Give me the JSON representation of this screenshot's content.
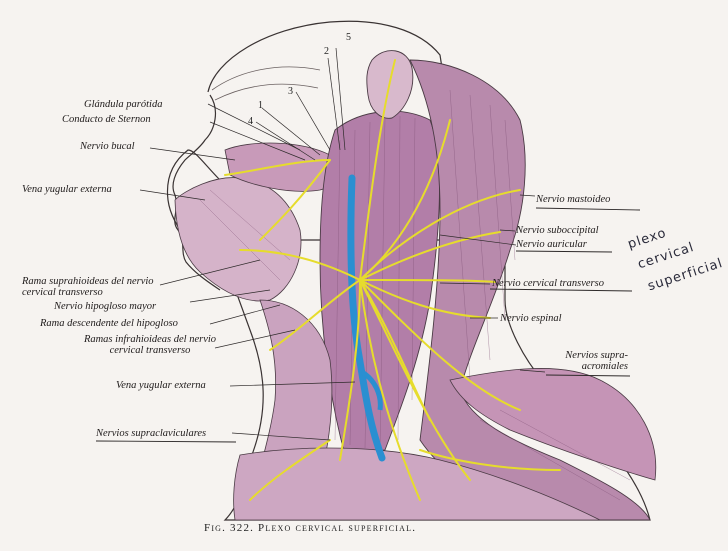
{
  "figure": {
    "caption": "Fig. 322. Plexo cervical superficial.",
    "numbers": [
      "1",
      "2",
      "3",
      "4",
      "5"
    ],
    "left_labels": {
      "glandula_parotida": "Glándula parótida",
      "conducto_sternon": "Conducto de Sternon",
      "nervio_bucal": "Nervio bucal",
      "vena_yugular_externa_top": "Vena yugular externa",
      "rama_suprahioideas": "Rama suprahioideas del nervio cervical transverso",
      "nervio_hipogloso": "Nervio hipogloso mayor",
      "rama_descendente": "Rama descendente del hipogloso",
      "ramas_infrahioideas": "Ramas infrahioideas del nervio cervical transverso",
      "vena_yugular_externa_bottom": "Vena yugular externa",
      "nervios_supraclaviculares": "Nervios supraclaviculares"
    },
    "right_labels": {
      "nervio_mastoideo": "Nervio mastoideo",
      "nervio_suboccipital": "Nervio suboccipital",
      "nervio_auricular": "Nervio auricular",
      "nervio_cervical_transverso": "Nervio cervical transverso",
      "nervio_espinal": "Nervio espinal",
      "nervios_supraacromiales": "Nervios supra-acromiales"
    },
    "handwritten_note": [
      "plexo",
      "cervical",
      "superficial"
    ],
    "colors": {
      "muscle": "#b27ea8",
      "muscle_light": "#d5b3c9",
      "nerve": "#e6dc2c",
      "vein": "#2a8fd1",
      "outline": "#3a3333"
    }
  }
}
